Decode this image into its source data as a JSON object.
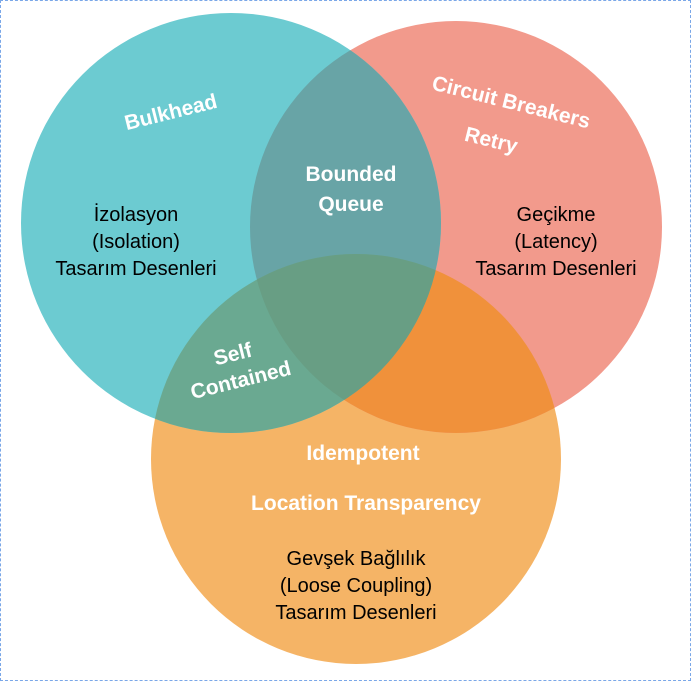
{
  "colors": {
    "isolation": "#6ccbd1",
    "latency": "#f29a8c",
    "coupling": "#f5b466",
    "isolation_latency": "#68a4a6",
    "isolation_coupling": "#6aa991",
    "latency_coupling": "#f0913b",
    "all": "#689e84"
  },
  "sets": {
    "isolation": {
      "lines": [
        "İzolasyon",
        "(Isolation)",
        "Tasarım Desenleri"
      ],
      "pattern": "Bulkhead"
    },
    "latency": {
      "lines": [
        "Geçikme",
        "(Latency)",
        "Tasarım Desenleri"
      ],
      "patterns": [
        "Circuit Breakers",
        "Retry"
      ]
    },
    "coupling": {
      "lines": [
        "Gevşek Bağlılık",
        "(Loose Coupling)",
        "Tasarım Desenleri"
      ],
      "patterns": [
        "Idempotent",
        "Location Transparency"
      ]
    }
  },
  "intersections": {
    "isolation_latency": [
      "Bounded",
      "Queue"
    ],
    "isolation_coupling": [
      "Self",
      "Contained"
    ]
  }
}
